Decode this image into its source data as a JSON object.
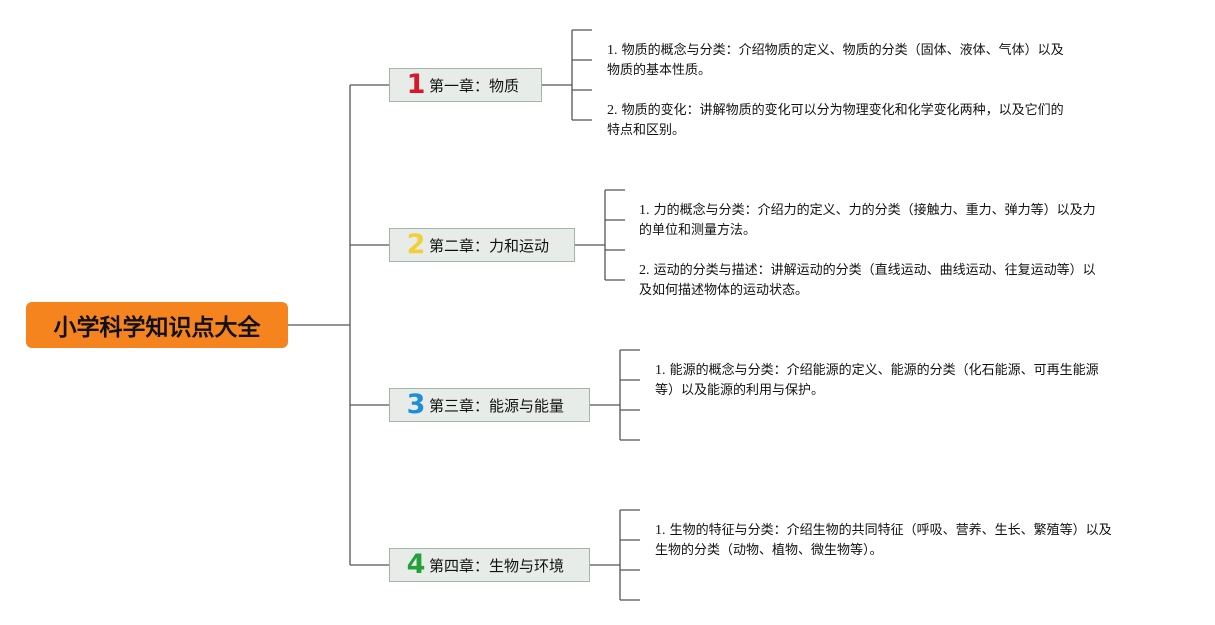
{
  "root": {
    "title": "小学科学知识点大全"
  },
  "chapters": [
    {
      "number": "1",
      "number_color": "#d7182a",
      "title": "第一章：物质",
      "items": [
        {
          "idx": "1.",
          "line1": "物质的概念与分类：介绍物质的定义、物质的分类（固体、液体、气体）以及",
          "line2": "物质的基本性质。"
        },
        {
          "idx": "2.",
          "line1": "物质的变化：讲解物质的变化可以分为物理变化和化学变化两种，以及它们的",
          "line2": "特点和区别。"
        }
      ]
    },
    {
      "number": "2",
      "number_color": "#f2cf3a",
      "title": "第二章：力和运动",
      "items": [
        {
          "idx": "1.",
          "line1": "力的概念与分类：介绍力的定义、力的分类（接触力、重力、弹力等）以及力",
          "line2": "的单位和测量方法。"
        },
        {
          "idx": "2.",
          "line1": "运动的分类与描述：讲解运动的分类（直线运动、曲线运动、往复运动等）以",
          "line2": "及如何描述物体的运动状态。"
        }
      ]
    },
    {
      "number": "3",
      "number_color": "#1e8fd6",
      "title": "第三章：能源与能量",
      "items": [
        {
          "idx": "1.",
          "line1": "能源的概念与分类：介绍能源的定义、能源的分类（化石能源、可再生能源",
          "line2": "等）以及能源的利用与保护。"
        }
      ]
    },
    {
      "number": "4",
      "number_color": "#23a03a",
      "title": "第四章：生物与环境",
      "items": [
        {
          "idx": "1.",
          "line1": "生物的特征与分类：介绍生物的共同特征（呼吸、营养、生长、繁殖等）以及",
          "line2": "生物的分类（动物、植物、微生物等）。"
        }
      ]
    }
  ]
}
